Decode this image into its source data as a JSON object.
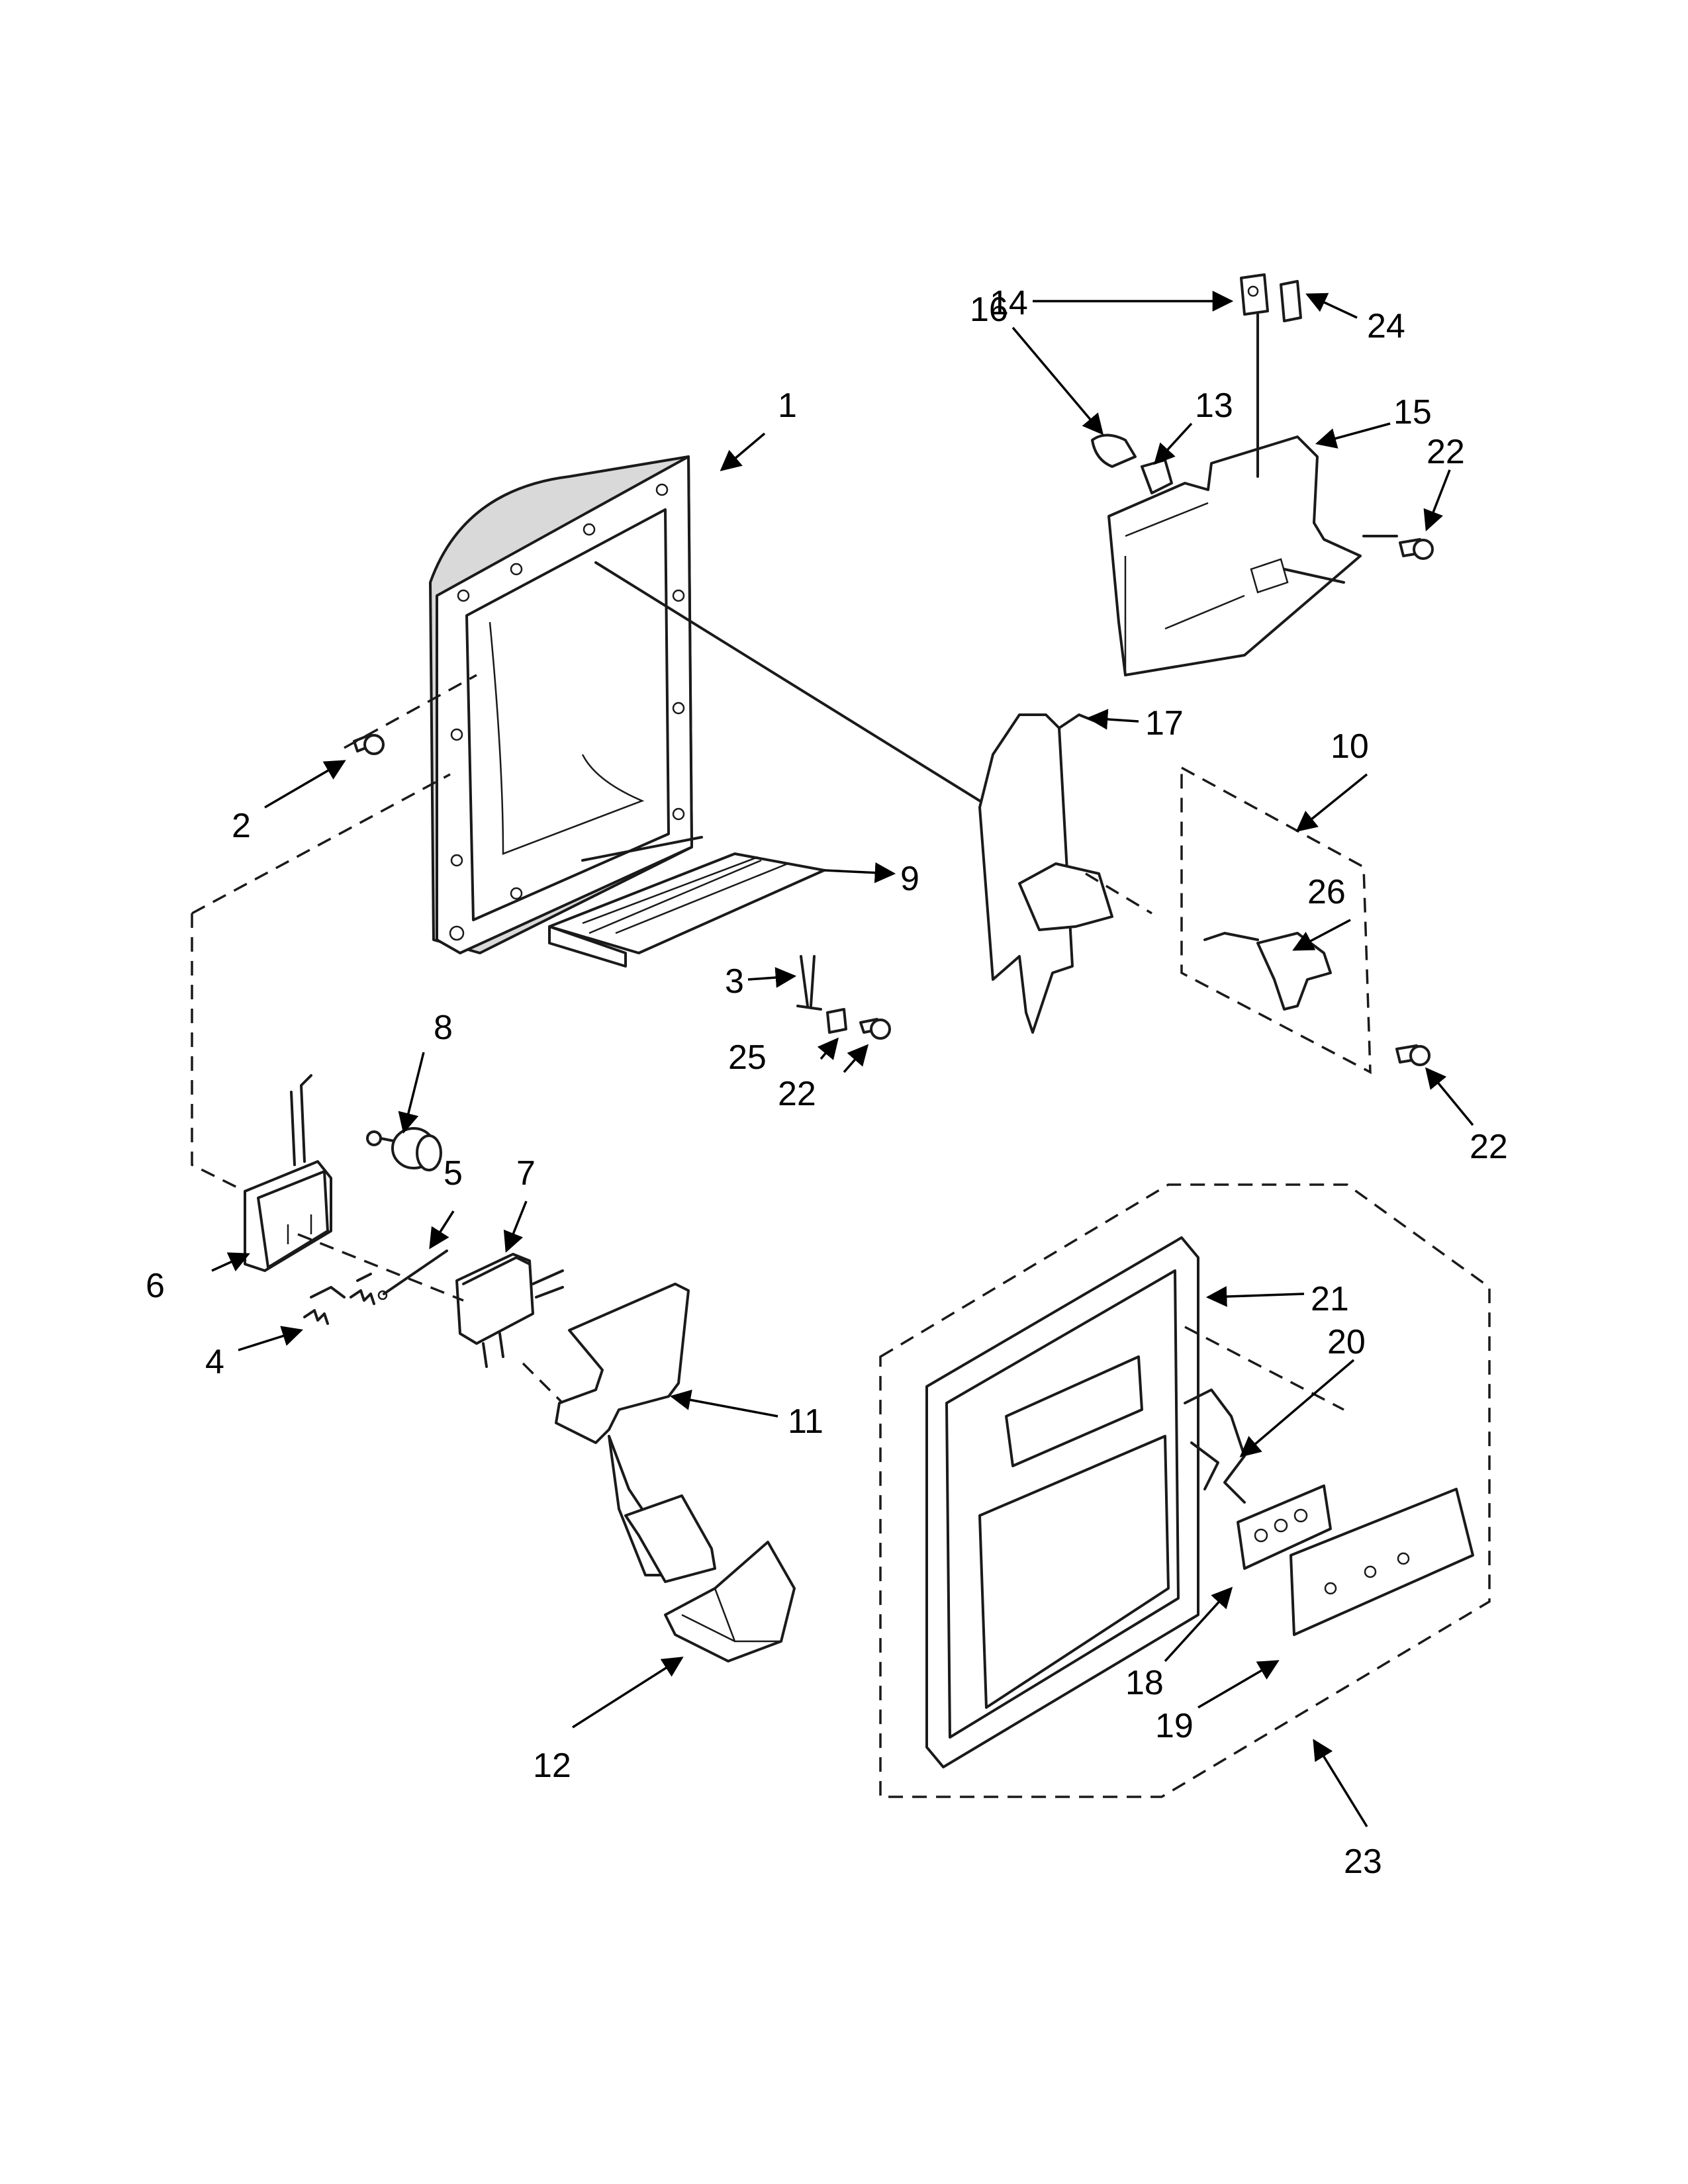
{
  "callouts": [
    {
      "id": "c1",
      "label": "1"
    },
    {
      "id": "c2",
      "label": "2"
    },
    {
      "id": "c3",
      "label": "3"
    },
    {
      "id": "c4",
      "label": "4"
    },
    {
      "id": "c5",
      "label": "5"
    },
    {
      "id": "c6",
      "label": "6"
    },
    {
      "id": "c7",
      "label": "7"
    },
    {
      "id": "c8",
      "label": "8"
    },
    {
      "id": "c9",
      "label": "9"
    },
    {
      "id": "c10",
      "label": "10"
    },
    {
      "id": "c11",
      "label": "11"
    },
    {
      "id": "c12",
      "label": "12"
    },
    {
      "id": "c13",
      "label": "13"
    },
    {
      "id": "c14",
      "label": "14"
    },
    {
      "id": "c15",
      "label": "15"
    },
    {
      "id": "c16",
      "label": "16"
    },
    {
      "id": "c17",
      "label": "17"
    },
    {
      "id": "c18",
      "label": "18"
    },
    {
      "id": "c19",
      "label": "19"
    },
    {
      "id": "c20",
      "label": "20"
    },
    {
      "id": "c21",
      "label": "21"
    },
    {
      "id": "c22a",
      "label": "22"
    },
    {
      "id": "c22b",
      "label": "22"
    },
    {
      "id": "c22c",
      "label": "22"
    },
    {
      "id": "c23",
      "label": "23"
    },
    {
      "id": "c24",
      "label": "24"
    },
    {
      "id": "c25",
      "label": "25"
    },
    {
      "id": "c26",
      "label": "26"
    }
  ]
}
